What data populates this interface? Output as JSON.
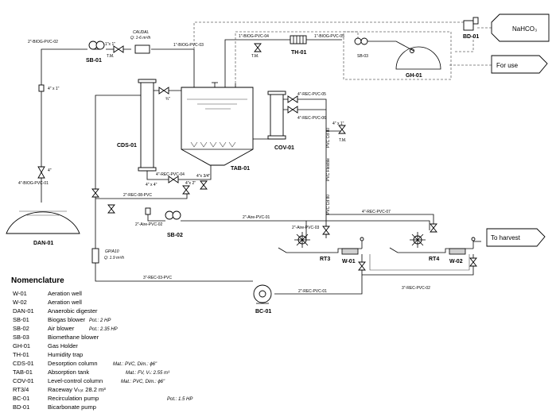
{
  "equipment_labels": {
    "sb01": "SB-01",
    "sb02": "SB-02",
    "th01": "TH-01",
    "bd01": "BD-01",
    "gh01": "GH-01",
    "cds01": "CDS-01",
    "cov01": "COV-01",
    "tab01": "TAB-01",
    "dan01": "DAN-01",
    "rt3": "RT3",
    "rt4": "RT4",
    "w01": "W-01",
    "w02": "W-02",
    "bc01": "BC-01"
  },
  "boxes": {
    "nahco3": "NaHCO₃",
    "for_use": "For use",
    "to_harvest": "To harvest"
  },
  "pipes": {
    "biog_02": "2\"-BIOG-PVC-02",
    "biog_01": "4\"-BIOG-PVC-01",
    "biog_03": "1\"-BIOG-PVC-03",
    "biog_04": "1\"-BIOG-PVC-04",
    "biog_05": "1\"-BIOG-PVC-05",
    "rec_05": "4\"-REC-PVC-05",
    "rec_06": "4\"-REC-PVC-06",
    "rec_04": "4\"-REC-PVC-04",
    "rec_08": "2\"-REC-08-PVC",
    "rec_07": "4\"-REC-PVC-07",
    "rec_01": "2\"-REC-PVC-01",
    "rec_02": "3\"-REC-PVC-02",
    "rec_03": "3\"-REC-03-PVC",
    "aire_01": "2\"-Aire-PVC-01",
    "aire_03": "2\"-Aire-PVC-03",
    "aire_02": "2\"-Aire-PVC-02",
    "pvc_flexible_a": "PVC Cd 80",
    "pvc_flexible_b": "PVC Flexible",
    "pvc_flexible_c": "PVC Cd 80"
  },
  "instruments": {
    "caudal_title": "CAUDAL",
    "caudal_value": "Q: 1-6 m³/h",
    "tm1": "T.M.",
    "tm2": "T.M.",
    "tm3": "T.M.",
    "gp_title": "GP/A10",
    "gp_value": "Q: 1.9 m³/h",
    "fit_small_1": "1\"x 1\"",
    "fit_small_2": "4\" x 1\"",
    "fit_small_3": "4\" x 4\"",
    "fit_small_4": "4\"x 3/4\"",
    "fit_small_5": "4\"x 2\"",
    "fit_small_6": "4\" x 1\"",
    "fit_small_7": "¾\"",
    "fit_small_8": "4\"",
    "gh_inner": "SB-03"
  },
  "nomenclature": {
    "title": "Nomenclature",
    "rows": [
      {
        "code": "W-01",
        "desc": "Aeration well",
        "note": ""
      },
      {
        "code": "W-02",
        "desc": "Aeration well",
        "note": ""
      },
      {
        "code": "DAN-01",
        "desc": "Anaerobic digester",
        "note": ""
      },
      {
        "code": "SB-01",
        "desc": "Biogas blower",
        "note": "Pot.: 2 HP"
      },
      {
        "code": "SB-02",
        "desc": "Air blower",
        "note": "Pot.: 2.35 HP"
      },
      {
        "code": "SB-03",
        "desc": "Biomethane blower",
        "note": ""
      },
      {
        "code": "GH-01",
        "desc": "Gas Holder",
        "note": ""
      },
      {
        "code": "TH-01",
        "desc": "Humidity trap",
        "note": ""
      },
      {
        "code": "CDS-01",
        "desc": "Desorption column",
        "note": "Mat.: PVC, Dim.: ϕ6\""
      },
      {
        "code": "TAB-01",
        "desc": "Absorption tank",
        "note": "Mat.: FV, Vₜ: 2.55 m³"
      },
      {
        "code": "COV-01",
        "desc": "Level-control column",
        "note": "Mat.: PVC, Dim.: ϕ6\""
      },
      {
        "code": "RT3/4",
        "desc": "Raceway Vₜₒₜ 28.2 m³",
        "note": ""
      },
      {
        "code": "BC-01",
        "desc": "Recirculation pump",
        "note": "Pot.: 1.5 HP"
      },
      {
        "code": "BD-01",
        "desc": "Bicarbonate pump",
        "note": ""
      }
    ]
  }
}
